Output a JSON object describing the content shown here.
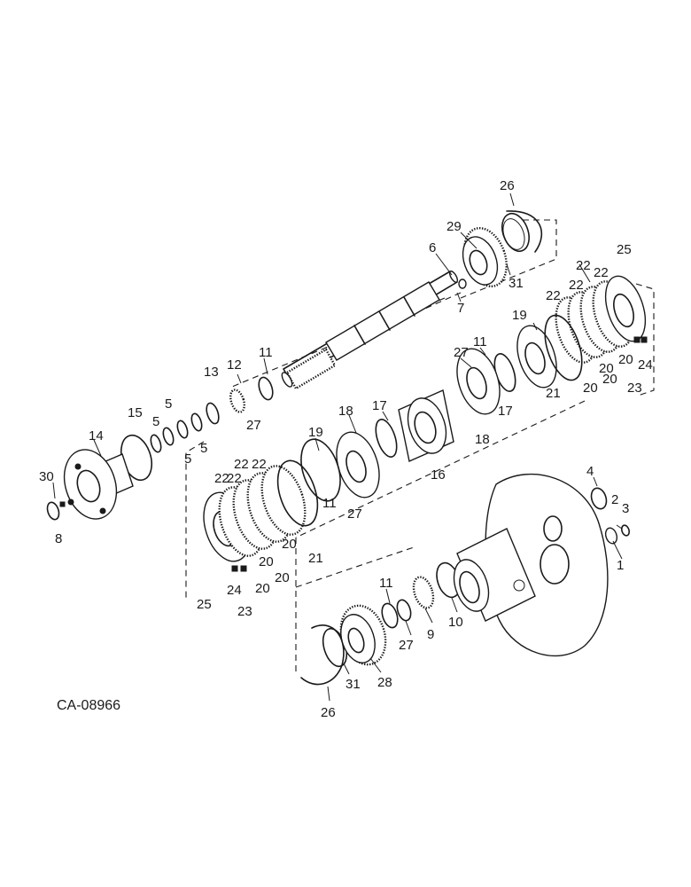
{
  "figure": {
    "caption": "CA-08966",
    "callouts": [
      {
        "id": "c26a",
        "text": "26"
      },
      {
        "id": "c29",
        "text": "29"
      },
      {
        "id": "c6",
        "text": "6"
      },
      {
        "id": "c31a",
        "text": "31"
      },
      {
        "id": "c7",
        "text": "7"
      },
      {
        "id": "c25a",
        "text": "25"
      },
      {
        "id": "c22a",
        "text": "22"
      },
      {
        "id": "c22b",
        "text": "22"
      },
      {
        "id": "c22c",
        "text": "22"
      },
      {
        "id": "c22d",
        "text": "22"
      },
      {
        "id": "c19a",
        "text": "19"
      },
      {
        "id": "c20a",
        "text": "20"
      },
      {
        "id": "c20b",
        "text": "20"
      },
      {
        "id": "c20c",
        "text": "20"
      },
      {
        "id": "c20d",
        "text": "20"
      },
      {
        "id": "c23a",
        "text": "23"
      },
      {
        "id": "c24a",
        "text": "24"
      },
      {
        "id": "c21a",
        "text": "21"
      },
      {
        "id": "c27a",
        "text": "27"
      },
      {
        "id": "c11a",
        "text": "11"
      },
      {
        "id": "c17a",
        "text": "17"
      },
      {
        "id": "c17b",
        "text": "17"
      },
      {
        "id": "c18a",
        "text": "18"
      },
      {
        "id": "c18b",
        "text": "18"
      },
      {
        "id": "c16",
        "text": "16"
      },
      {
        "id": "c11b",
        "text": "11"
      },
      {
        "id": "c12",
        "text": "12"
      },
      {
        "id": "c13",
        "text": "13"
      },
      {
        "id": "c27b",
        "text": "27"
      },
      {
        "id": "c15",
        "text": "15"
      },
      {
        "id": "c5a",
        "text": "5"
      },
      {
        "id": "c5b",
        "text": "5"
      },
      {
        "id": "c5c",
        "text": "5"
      },
      {
        "id": "c5d",
        "text": "5"
      },
      {
        "id": "c14",
        "text": "14"
      },
      {
        "id": "c30",
        "text": "30"
      },
      {
        "id": "c8",
        "text": "8"
      },
      {
        "id": "c19b",
        "text": "19"
      },
      {
        "id": "c11c",
        "text": "11"
      },
      {
        "id": "c27c",
        "text": "27"
      },
      {
        "id": "c22e",
        "text": "22"
      },
      {
        "id": "c22f",
        "text": "22"
      },
      {
        "id": "c22g",
        "text": "22"
      },
      {
        "id": "c22h",
        "text": "22"
      },
      {
        "id": "c20e",
        "text": "20"
      },
      {
        "id": "c20f",
        "text": "20"
      },
      {
        "id": "c20g",
        "text": "20"
      },
      {
        "id": "c21b",
        "text": "21"
      },
      {
        "id": "c24b",
        "text": "24"
      },
      {
        "id": "c20h",
        "text": "20"
      },
      {
        "id": "c25b",
        "text": "25"
      },
      {
        "id": "c23b",
        "text": "23"
      },
      {
        "id": "c4",
        "text": "4"
      },
      {
        "id": "c2",
        "text": "2"
      },
      {
        "id": "c3",
        "text": "3"
      },
      {
        "id": "c1",
        "text": "1"
      },
      {
        "id": "c11d",
        "text": "11"
      },
      {
        "id": "c27d",
        "text": "27"
      },
      {
        "id": "c9",
        "text": "9"
      },
      {
        "id": "c10",
        "text": "10"
      },
      {
        "id": "c31b",
        "text": "31"
      },
      {
        "id": "c28",
        "text": "28"
      },
      {
        "id": "c26b",
        "text": "26"
      }
    ]
  }
}
